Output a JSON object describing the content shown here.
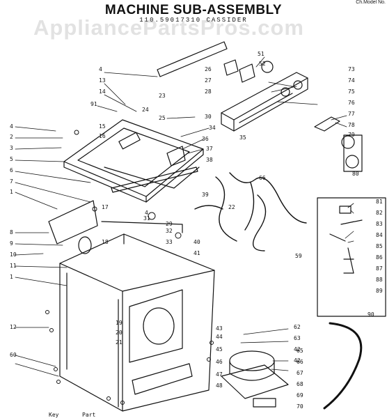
{
  "title": "MACHINE SUB-ASSEMBLY",
  "subtitle": "110.59017310  CASSIDER",
  "corner_text": "Ch.Model No.",
  "watermark": "AppliancePartsPros.com",
  "callouts": {
    "left": [
      "4",
      "2",
      "3",
      "5",
      "6",
      "7",
      "1",
      "8",
      "9",
      "10",
      "11",
      "1",
      "12",
      "60"
    ],
    "top_center": [
      "4",
      "13",
      "14",
      "91",
      "23",
      "15",
      "16",
      "24",
      "25",
      "36",
      "30",
      "37",
      "38",
      "17",
      "4",
      "29",
      "18",
      "31",
      "32",
      "33",
      "19",
      "20",
      "21",
      "22",
      "39",
      "40",
      "41",
      "43",
      "44",
      "45",
      "46",
      "47",
      "48"
    ],
    "top_right": [
      "51",
      "52",
      "26",
      "27",
      "28",
      "73",
      "74",
      "75",
      "76",
      "77",
      "78",
      "79",
      "80",
      "34",
      "35",
      "66",
      "59"
    ],
    "bottom_right": [
      "62",
      "63",
      "42",
      "65",
      "66",
      "67",
      "68",
      "69",
      "70",
      "90",
      "42"
    ],
    "inset": [
      "81",
      "82",
      "83",
      "84",
      "85",
      "86",
      "87",
      "88",
      "89"
    ],
    "bottom_left": [
      "Key",
      "Part"
    ]
  },
  "colors": {
    "ink": "#111111",
    "paper": "#ffffff",
    "watermark": "#969696"
  }
}
